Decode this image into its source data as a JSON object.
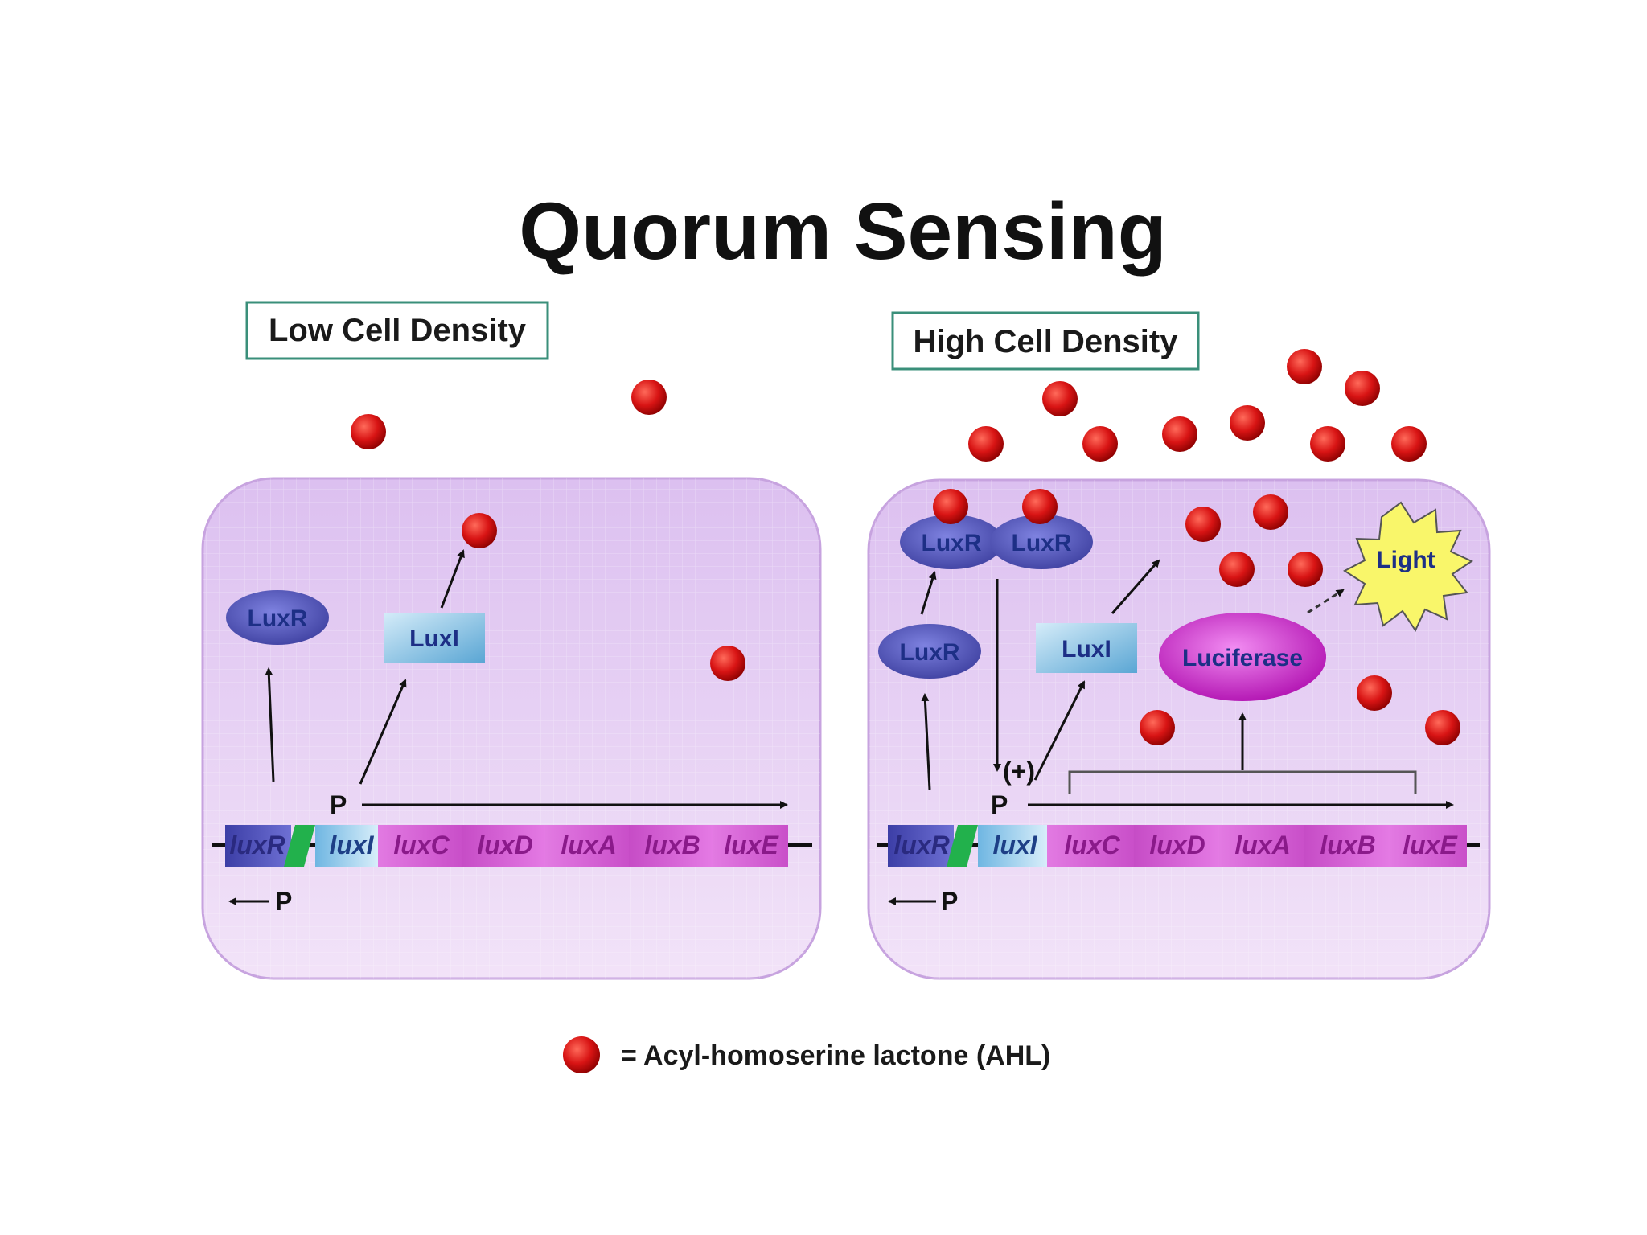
{
  "title": "Quorum Sensing",
  "panels": {
    "low": {
      "label": "Low Cell Density",
      "luxr": "LuxR",
      "luxi": "LuxI",
      "genes": [
        "luxR",
        "luxI",
        "luxC",
        "luxD",
        "luxA",
        "luxB",
        "luxE"
      ],
      "promoter_forward": "P",
      "promoter_reverse": "P"
    },
    "high": {
      "label": "High Cell Density",
      "luxr_bound_1": "LuxR",
      "luxr_bound_2": "LuxR",
      "luxr_free": "LuxR",
      "luxi": "LuxI",
      "luciferase": "Luciferase",
      "light": "Light",
      "activation": "(+)",
      "genes": [
        "luxR",
        "luxI",
        "luxC",
        "luxD",
        "luxA",
        "luxB",
        "luxE"
      ],
      "promoter_forward": "P",
      "promoter_reverse": "P"
    }
  },
  "legend": {
    "text": "= Acyl-homoserine lactone (AHL)",
    "icon": "ahl-molecule-icon"
  },
  "colors": {
    "ahl": "#cc1111",
    "cell_fill": "#e6ccf2",
    "cell_border": "#c9a7df",
    "luxr": "#4d4fb8",
    "luxi": "#7fc0e2",
    "luciferase": "#cc22cc",
    "light": "#fbf86a",
    "gene_dark": "#4a4ab0",
    "gene_pink": "#d65ed6"
  }
}
